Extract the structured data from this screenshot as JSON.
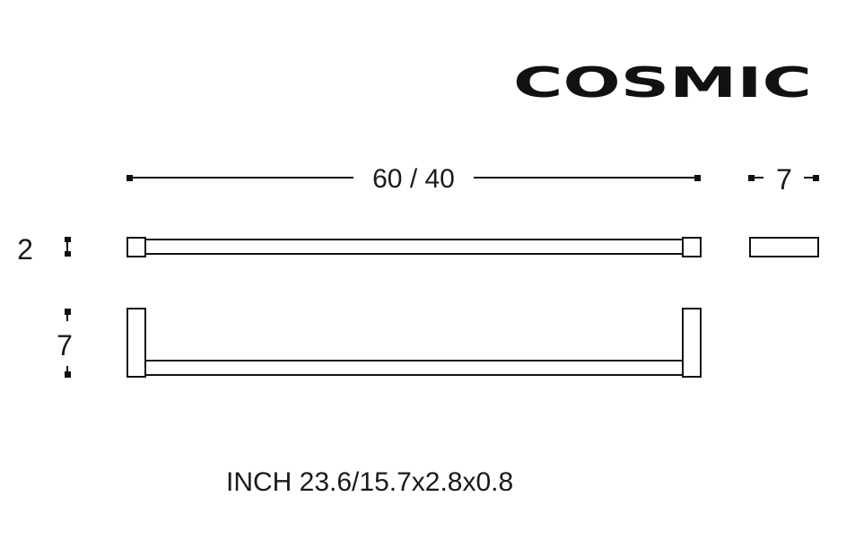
{
  "brand": "COSMIC",
  "dimensions": {
    "length": "60 / 40",
    "depth": "7",
    "bar_height": "2",
    "total_height": "7"
  },
  "inch_note": "INCH 23.6/15.7x2.8x0.8",
  "colors": {
    "line": "#111111",
    "background": "#ffffff"
  }
}
